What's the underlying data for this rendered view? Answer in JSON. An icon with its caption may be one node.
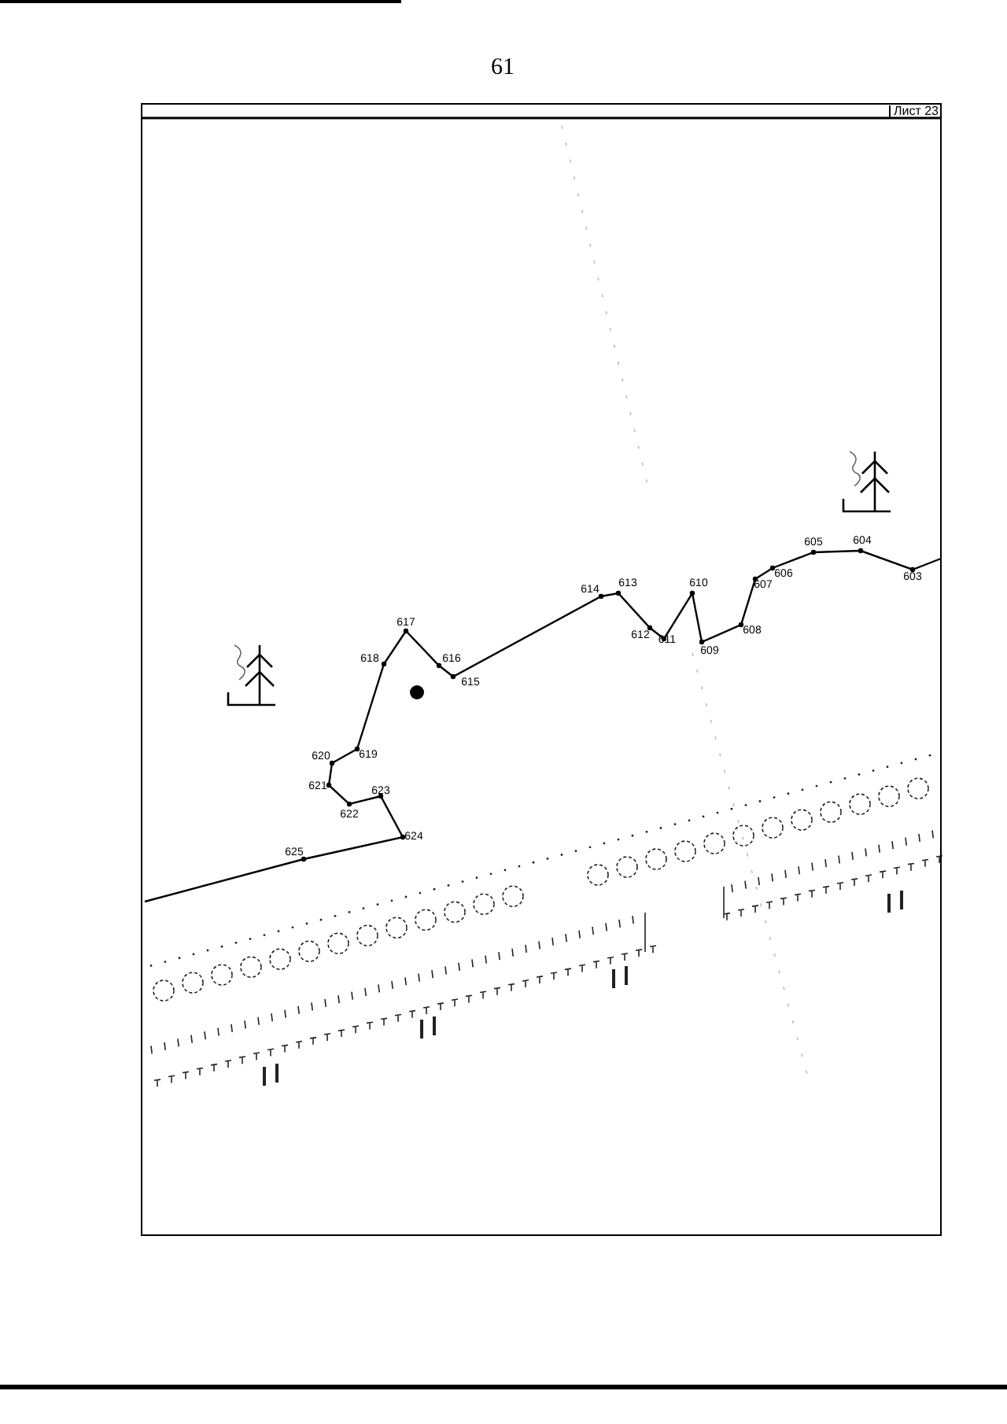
{
  "diagram": {
    "labels": [
      "61",
      "Лист 23",
      "603",
      "604",
      "605",
      "606",
      "607",
      "608",
      "609",
      "610",
      "611",
      "612",
      "613",
      "614",
      "615",
      "616",
      "617",
      "618",
      "619",
      "620",
      "621",
      "622",
      "623",
      "624",
      "625"
    ]
  }
}
